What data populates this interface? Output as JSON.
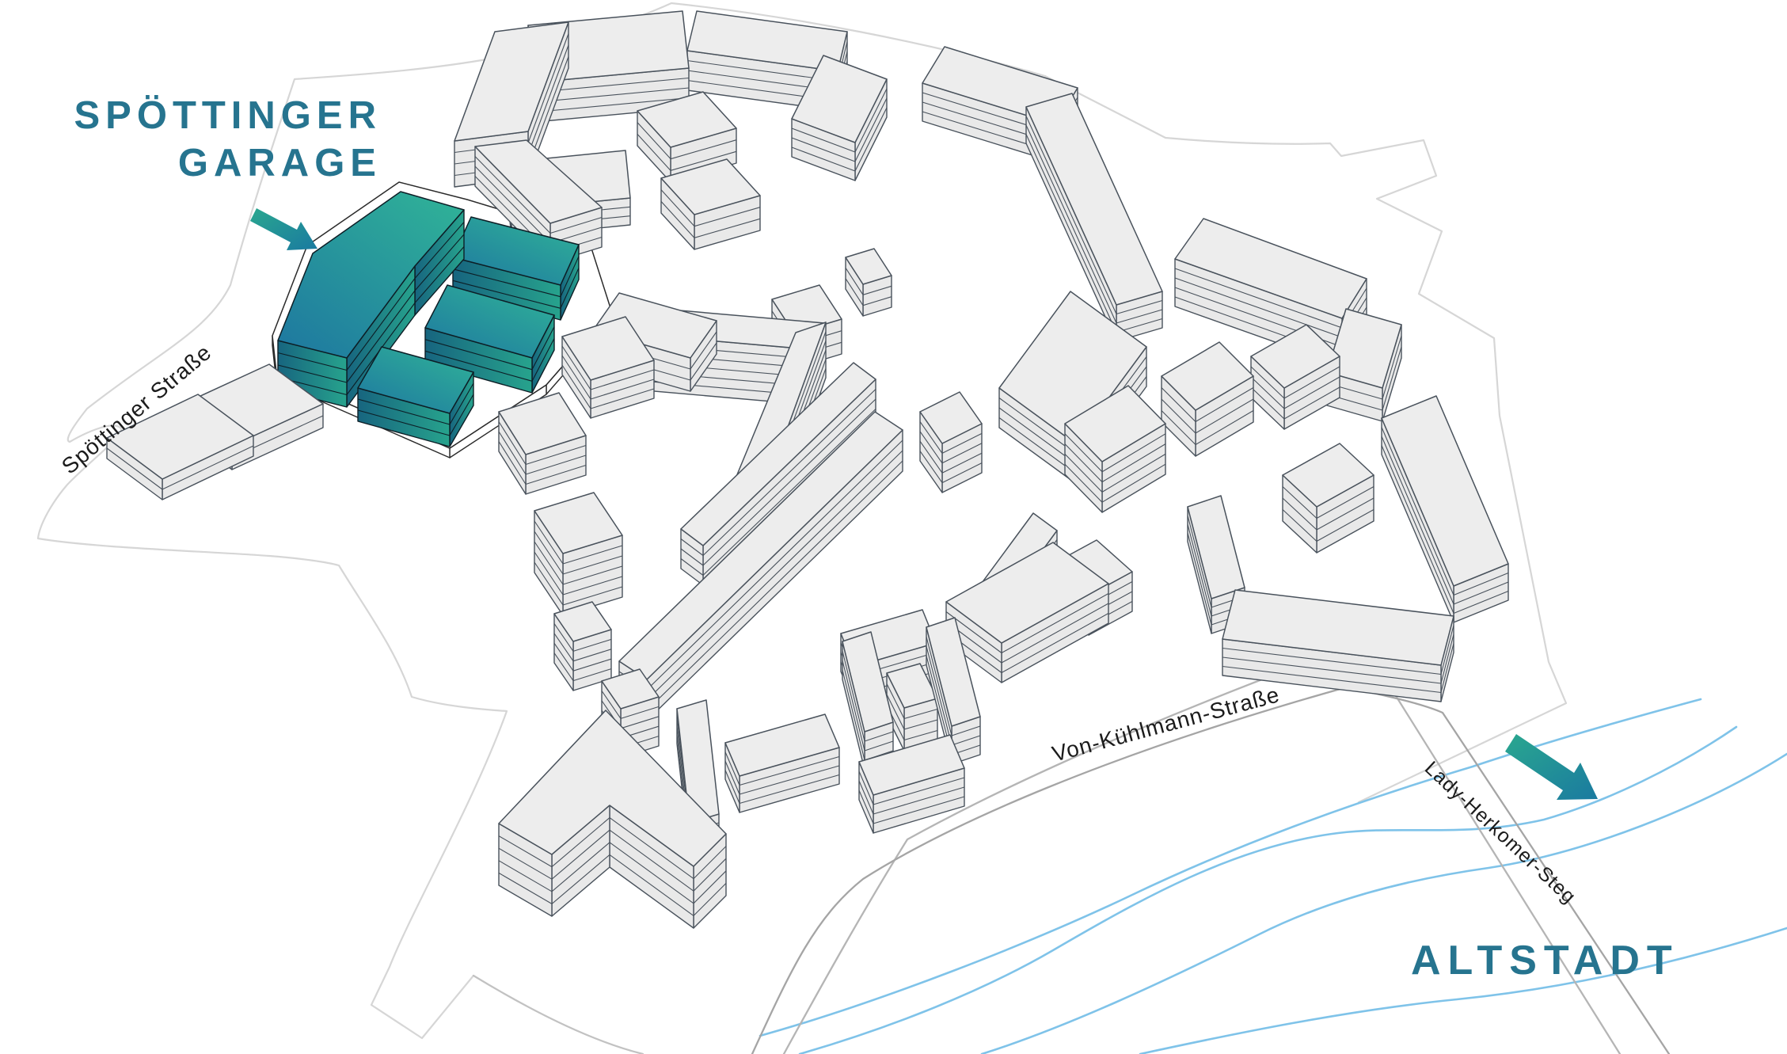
{
  "title": {
    "line1": "SPÖTTINGER",
    "line2": "GARAGE"
  },
  "streets": {
    "spoettinger": "Spöttinger Straße",
    "von_kuehlmann": "Von-Kühlmann-Straße",
    "lady_herkomer": "Lady-Herkomer-Steg"
  },
  "district": {
    "altstadt": "ALTSTADT"
  },
  "legend": {
    "highlight_meaning": "Spöttinger Garage (highlighted teal buildings)",
    "arrow_icon": "points from title to highlighted garage",
    "bridge_arrow_icon": "points across river toward Altstadt"
  },
  "colors": {
    "accent_teal": "#26748f",
    "teal_grad_green": "#2fb098",
    "teal_grad_blue": "#1e78a0",
    "teal_side_dark": "#17657f",
    "teal_side_green": "#27a38d",
    "teal_outline": "#0d1e26",
    "building_fill": "#ededed",
    "building_side": "#e9e9e9",
    "outline": "#49525c",
    "boundary_gray": "#d6d6d6",
    "street_gray": "#c2c2c2",
    "bridge_gray": "#a5a5a5",
    "river_blue": "#7fc3e9",
    "street_text": "#1b1b1b",
    "plate_white": "#ffffff"
  }
}
